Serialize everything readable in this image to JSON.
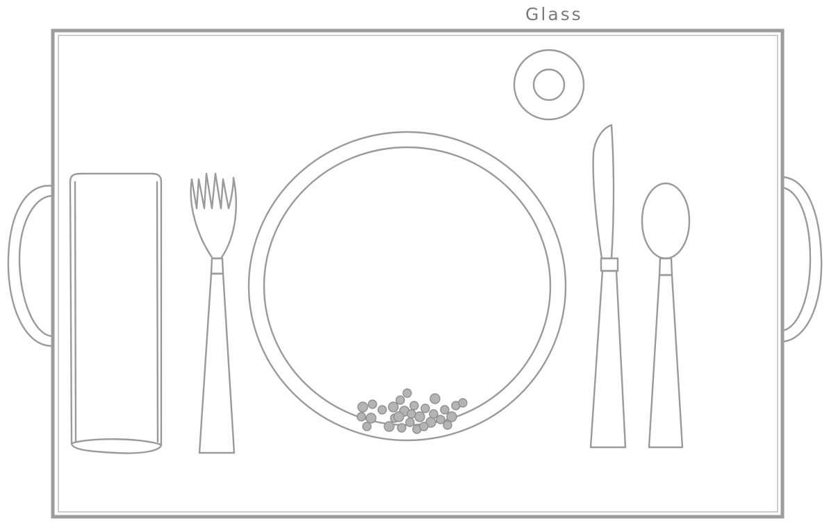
{
  "labels": {
    "glass": "Glass"
  },
  "colors": {
    "line": "#9a9a9a",
    "frame": "#9c9c9c",
    "pea_fill": "#b4b4b4",
    "background": "#ffffff"
  },
  "items": [
    "tray",
    "napkin",
    "fork",
    "plate",
    "peas",
    "knife",
    "spoon",
    "glass"
  ]
}
